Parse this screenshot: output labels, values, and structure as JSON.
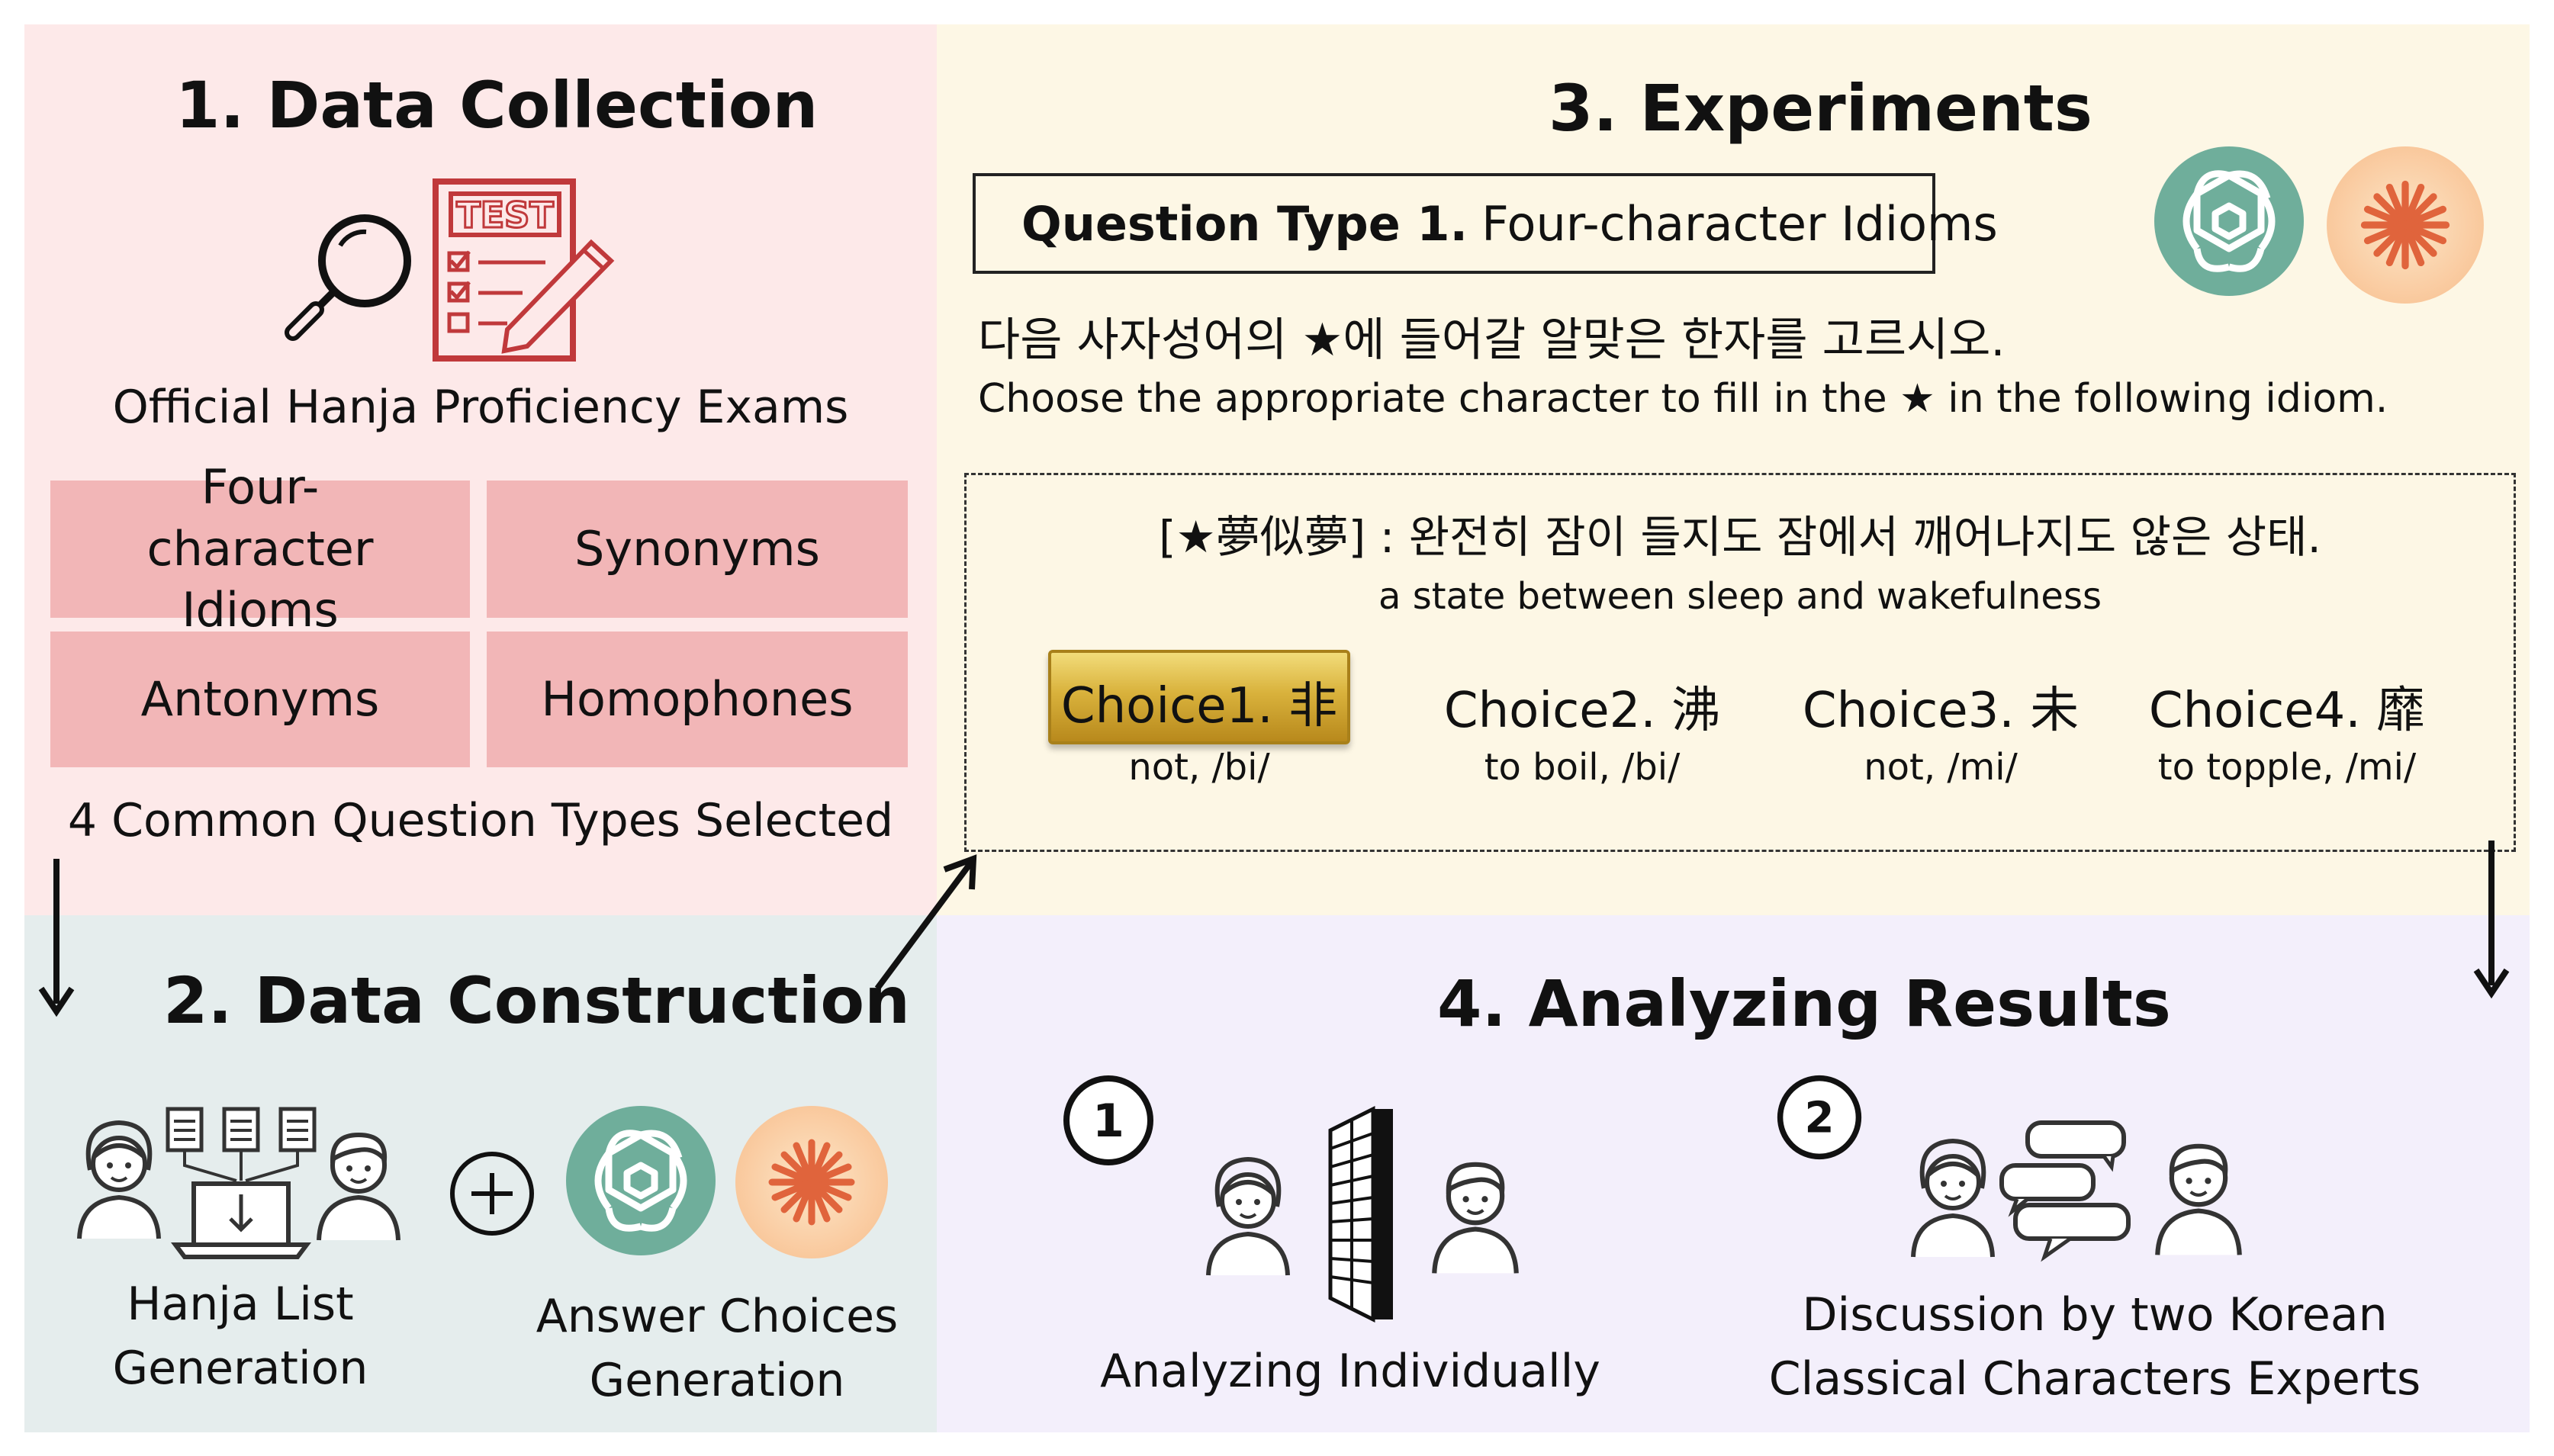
{
  "panel1": {
    "title": "1. Data Collection",
    "caption": "Official Hanja Proficiency Exams",
    "test_badge": "TEST",
    "types": [
      "Four-character Idioms",
      "Synonyms",
      "Antonyms",
      "Homophones"
    ],
    "footer": "4 Common Question Types Selected"
  },
  "panel2": {
    "title": "2. Data Construction",
    "hanja_list": [
      "Hanja List",
      "Generation"
    ],
    "answer_choices": [
      "Answer Choices",
      "Generation"
    ]
  },
  "panel3": {
    "title": "3. Experiments",
    "qtype_bold": "Question Type 1.",
    "qtype_rest": "Four-character Idioms",
    "instruction_ko": "다음 사자성어의 ★에 들어갈 알맞은 한자를 고르시오.",
    "instruction_en": "Choose the appropriate character to fill in the ★ in the following idiom.",
    "idiom_ko": "[★夢似夢] : 완전히 잠이 들지도 잠에서 깨어나지도 않은 상태.",
    "idiom_en": "a state between sleep and wakefulness",
    "choices": [
      {
        "label": "Choice1. 非",
        "gloss": "not, /bi/",
        "selected": true
      },
      {
        "label": "Choice2. 沸",
        "gloss": "to boil, /bi/",
        "selected": false
      },
      {
        "label": "Choice3. 未",
        "gloss": "not, /mi/",
        "selected": false
      },
      {
        "label": "Choice4. 靡",
        "gloss": "to topple, /mi/",
        "selected": false
      }
    ]
  },
  "panel4": {
    "title": "4. Analyzing Results",
    "step1_num": "1",
    "step1_caption": "Analyzing Individually",
    "step2_num": "2",
    "step2_caption": [
      "Discussion by two Korean",
      "Classical Characters Experts"
    ]
  },
  "colors": {
    "panel1_bg": "#fde9e9",
    "panel2_bg": "#e5eded",
    "panel3_bg": "#fdf7e5",
    "panel4_bg": "#f3effb",
    "type_cell": "#f2b6b7",
    "test_icon": "#c0393b",
    "openai_teal": "#6fae9b",
    "claude_orange": "#e0643c",
    "gold": "#d9b23c"
  },
  "icons": [
    "magnifier-icon",
    "test-paper-icon",
    "openai-logo-icon",
    "claude-logo-icon",
    "person-icon",
    "laptop-icon",
    "plus-icon",
    "wall-icon",
    "chat-bubbles-icon",
    "arrow-icon"
  ]
}
